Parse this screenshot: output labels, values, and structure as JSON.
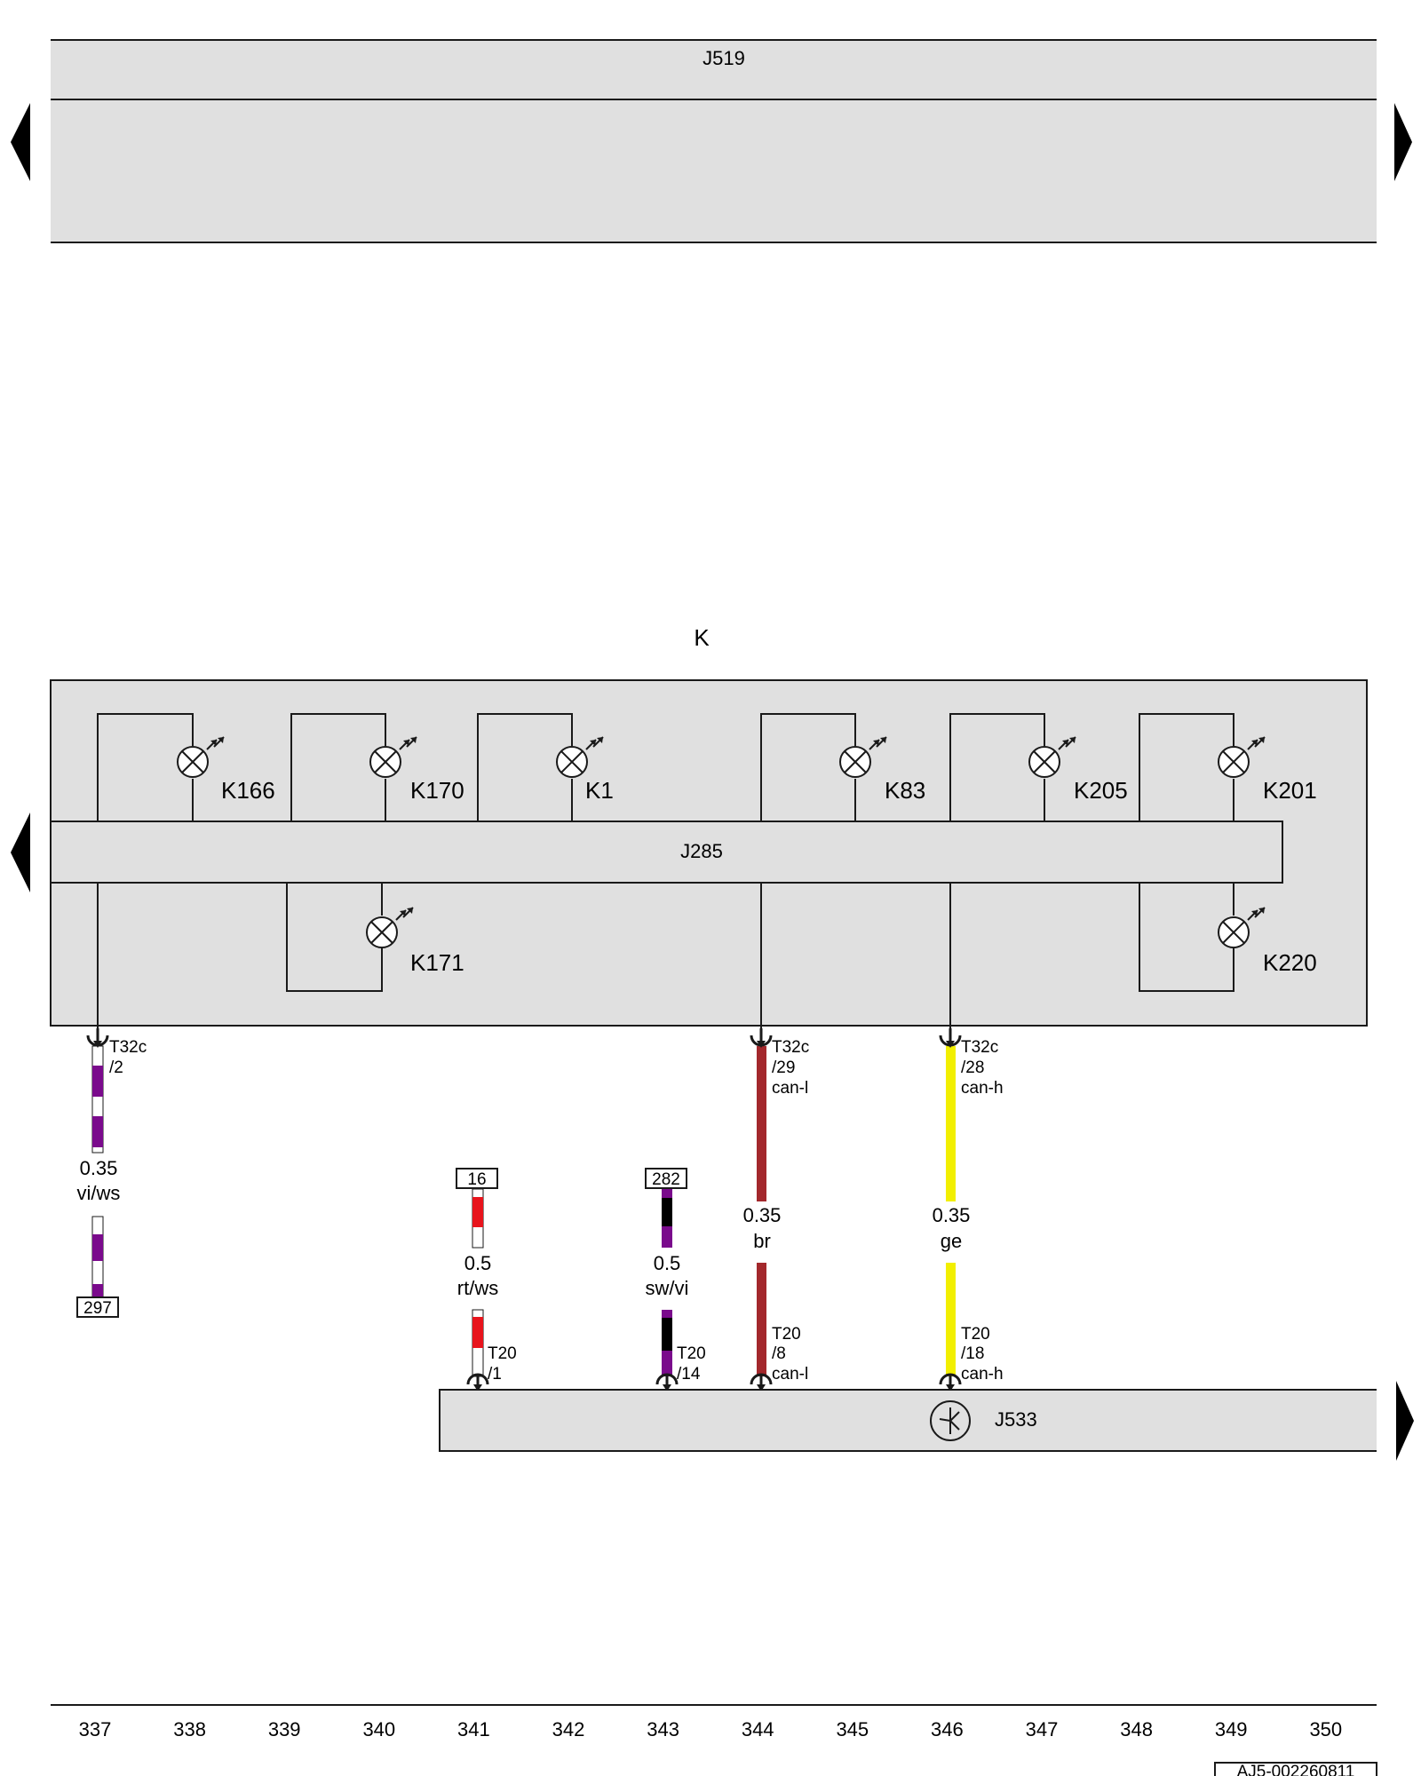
{
  "colors": {
    "panel": "#e0e0e0",
    "stroke": "#1a1a1a",
    "vi": "#7a0a8c",
    "ws": "#ffffff",
    "rt": "#e8141c",
    "sw": "#000000",
    "br": "#a3282c",
    "ge": "#f2ef00"
  },
  "components": {
    "j519": "J519",
    "k": "K",
    "j285": "J285",
    "j533": "J533"
  },
  "lamps": {
    "k166": "K166",
    "k170": "K170",
    "k1": "K1",
    "k83": "K83",
    "k205": "K205",
    "k201": "K201",
    "k171": "K171",
    "k220": "K220"
  },
  "icons": {
    "lamp": "indicator-lamp-icon",
    "gateway": "gateway-star-icon",
    "nav": "nav-arrow-icon",
    "connector": "connector-pin-icon"
  },
  "wires": [
    {
      "id": "w337",
      "size": "0.35",
      "color": "vi/ws",
      "connector_top": "T32c",
      "pin_top": "/2",
      "ref": "297"
    },
    {
      "id": "w341",
      "size": "0.5",
      "color": "rt/ws",
      "ref": "16",
      "connector_bottom": "T20",
      "pin_bottom": "/1"
    },
    {
      "id": "w343",
      "size": "0.5",
      "color": "sw/vi",
      "ref": "282",
      "connector_bottom": "T20",
      "pin_bottom": "/14"
    },
    {
      "id": "w344",
      "size": "0.35",
      "color": "br",
      "connector_top": "T32c",
      "pin_top": "/29",
      "signal_top": "can-l",
      "connector_bottom": "T20",
      "pin_bottom": "/8",
      "signal_bottom": "can-l"
    },
    {
      "id": "w346",
      "size": "0.35",
      "color": "ge",
      "connector_top": "T32c",
      "pin_top": "/28",
      "signal_top": "can-h",
      "connector_bottom": "T20",
      "pin_bottom": "/18",
      "signal_bottom": "can-h"
    }
  ],
  "tracks": [
    "337",
    "338",
    "339",
    "340",
    "341",
    "342",
    "343",
    "344",
    "345",
    "346",
    "347",
    "348",
    "349",
    "350"
  ],
  "doc_id": "AJ5-002260811"
}
